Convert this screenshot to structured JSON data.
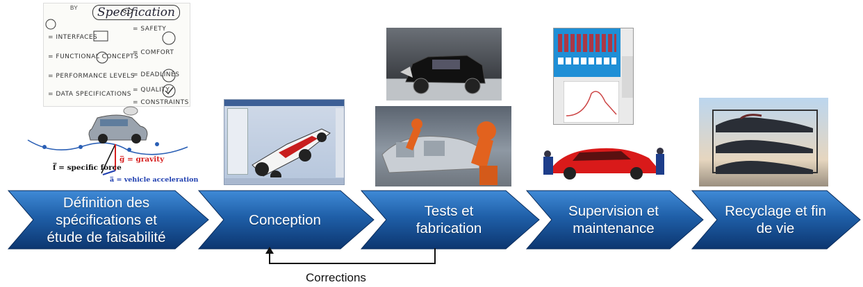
{
  "stages": [
    {
      "label": "Définition des\nspécifications et\nétude de faisabilité"
    },
    {
      "label": "Conception"
    },
    {
      "label": "Tests et\nfabrication"
    },
    {
      "label": "Supervision et\nmaintenance"
    },
    {
      "label": "Recyclage et fin\nde vie"
    }
  ],
  "feedback": {
    "label": "Corrections"
  },
  "spec_sketch": {
    "title": "Specification",
    "prefix": "BY",
    "items_left": [
      "= INTERFACES",
      "= FUNCTIONAL CONCEPTS",
      "= PERFORMANCE LEVELS",
      "= DATA SPECIFICATIONS"
    ],
    "items_right": [
      "= SAFETY",
      "= COMFORT",
      "= DEADLINES",
      "= QUALITY",
      "= CONSTRAINTS"
    ]
  },
  "vehicle_diagram": {
    "gravity_label": "g̅ = gravity",
    "force_label": "f̅ = specific force",
    "accel_label": "a̅ = vehicle acceleration"
  },
  "colors": {
    "chevron_top": "#3f8ad6",
    "chevron_mid": "#1f5fa8",
    "chevron_bottom": "#0c3670",
    "gravity": "#d62020",
    "accel": "#1f3fb0",
    "force": "#111111"
  }
}
